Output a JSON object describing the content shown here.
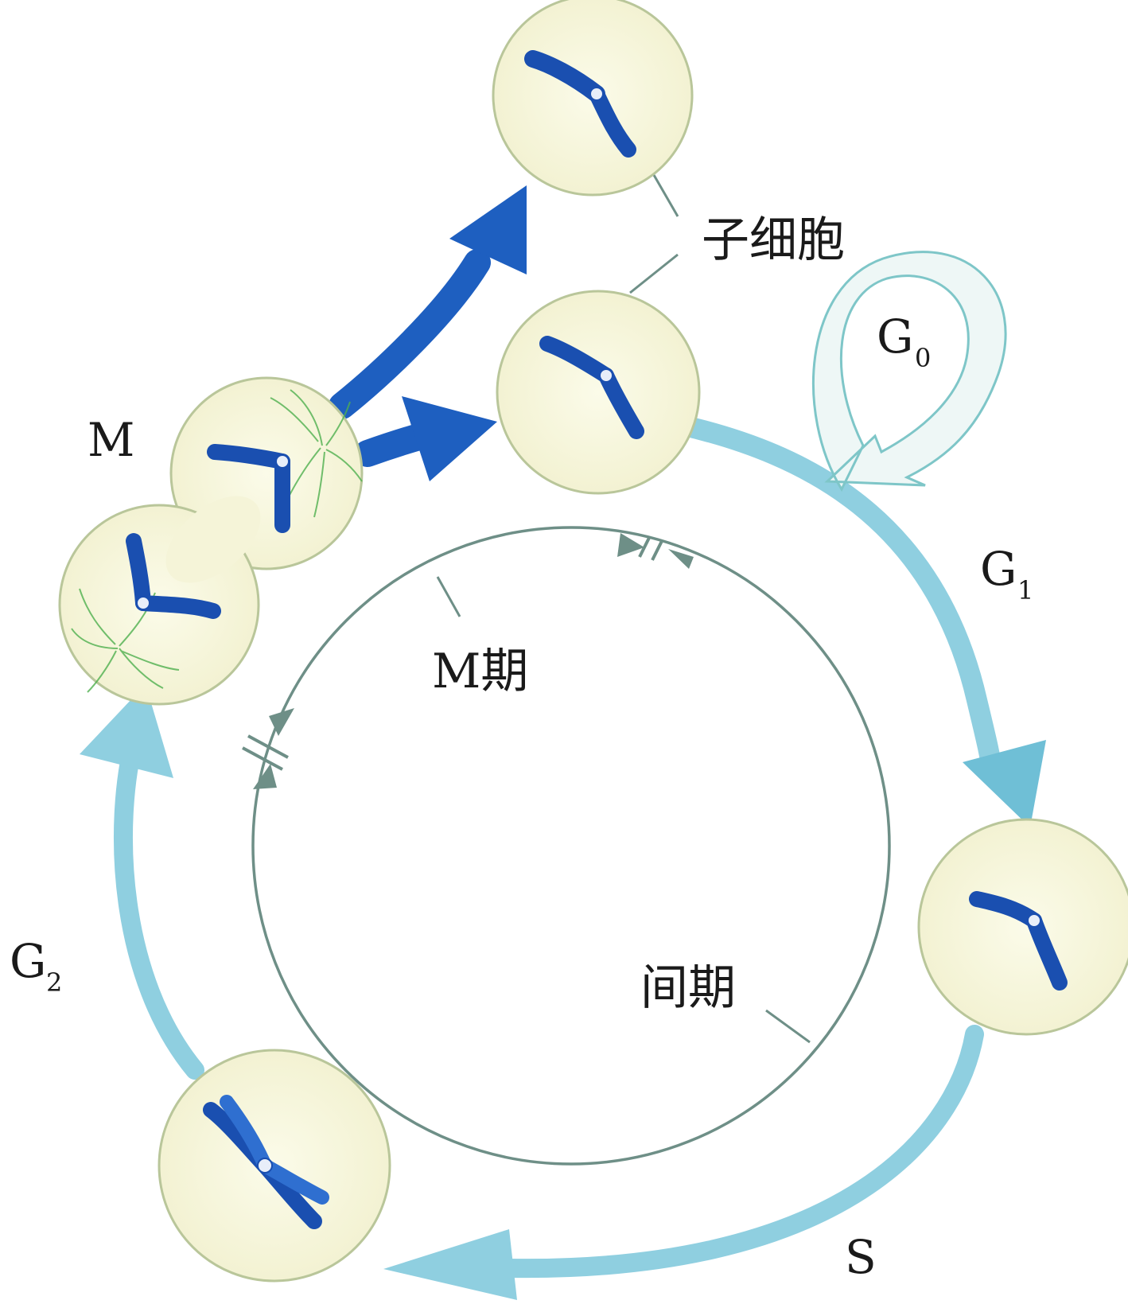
{
  "labels": {
    "daughter_cells": "子细胞",
    "m": "M",
    "g0_main": "G",
    "g0_sub": "0",
    "g1_main": "G",
    "g1_sub": "1",
    "g2_main": "G",
    "g2_sub": "2",
    "s": "S",
    "m_phase": "M期",
    "interphase": "间期"
  },
  "colors": {
    "cycle_arrow": "#8fcfe0",
    "division_arrow": "#1e5fc0",
    "inner_circle": "#6e8f87",
    "cell_fill": "#f7f6dc",
    "cell_stroke": "#b9c69a",
    "chromosome": "#2f6fd0",
    "spindle": "#4fb04f",
    "g0_loop_stroke": "#7ec6c8",
    "g0_loop_fill": "#edf6f5"
  }
}
